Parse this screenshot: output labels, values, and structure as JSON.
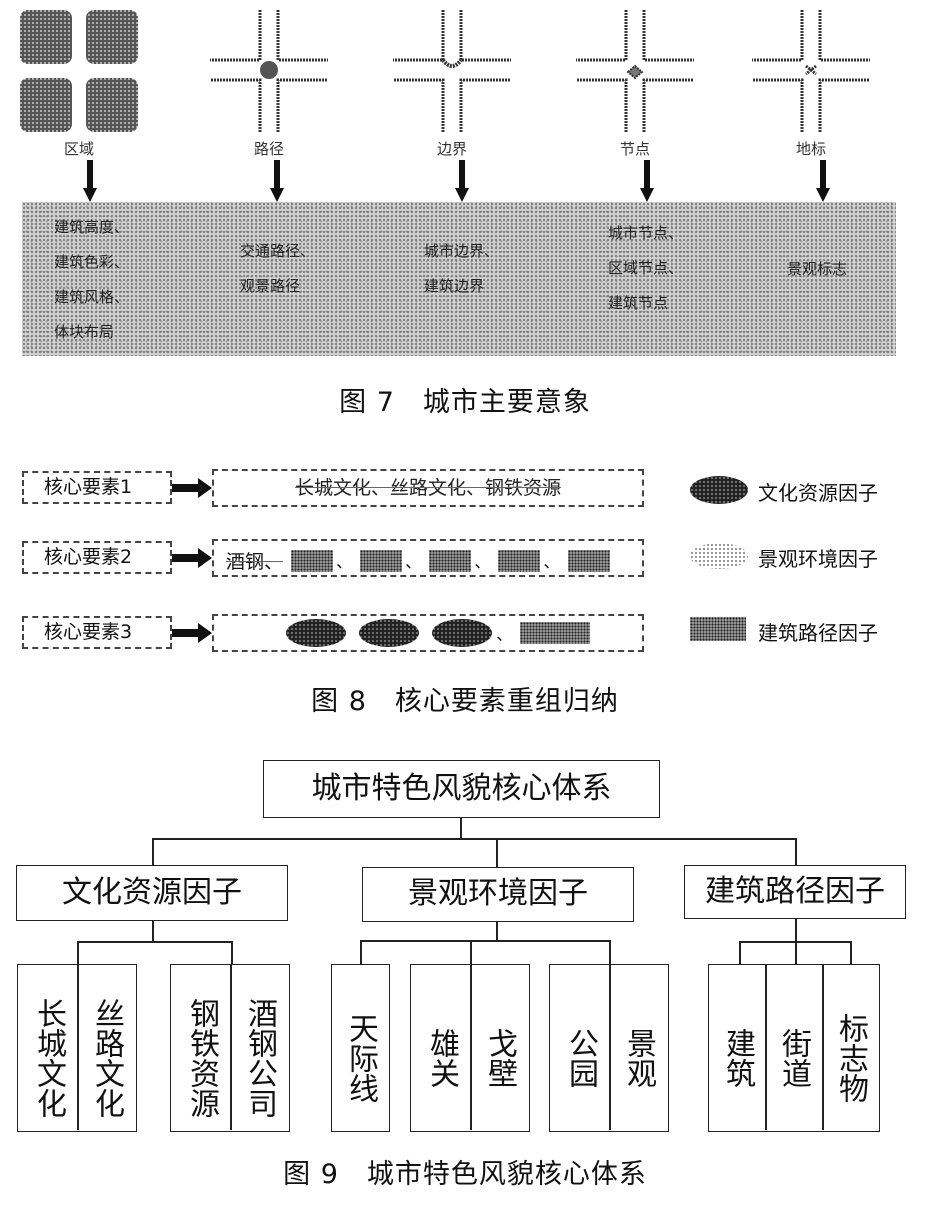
{
  "figure7": {
    "icon_labels": [
      "区域",
      "路径",
      "边界",
      "节点",
      "地标"
    ],
    "columns": [
      [
        "建筑高度、",
        "建筑色彩、",
        "建筑风格、",
        "体块布局"
      ],
      [
        "交通路径、",
        "观景路径"
      ],
      [
        "城市边界、",
        "建筑边界"
      ],
      [
        "城市节点、",
        "区域节点、",
        "建筑节点"
      ],
      [
        "景观标志"
      ]
    ],
    "caption": "图 7　城市主要意象"
  },
  "figure8": {
    "rows": [
      {
        "label": "核心要素1",
        "content": "长城文化、丝路文化、钢铁资源"
      },
      {
        "label": "核心要素2",
        "content": "酒钢、"
      },
      {
        "label": "核心要素3",
        "content": ""
      }
    ],
    "legend": [
      "文化资源因子",
      "景观环境因子",
      "建筑路径因子"
    ],
    "caption": "图 8　核心要素重组归纳"
  },
  "figure9": {
    "root": "城市特色风貌核心体系",
    "branches": [
      {
        "name": "文化资源因子",
        "leaves": [
          "长城文化",
          "丝路文化",
          "钢铁资源",
          "酒钢公司"
        ]
      },
      {
        "name": "景观环境因子",
        "leaves": [
          "天际线",
          "雄关",
          "戈壁",
          "公园",
          "景观"
        ]
      },
      {
        "name": "建筑路径因子",
        "leaves": [
          "建筑",
          "街道",
          "标志物"
        ]
      }
    ],
    "caption": "图 9　城市特色风貌核心体系"
  },
  "colors": {
    "ink": "#111111",
    "texture": "#cfcfcf",
    "dark_chip": "#222222"
  }
}
